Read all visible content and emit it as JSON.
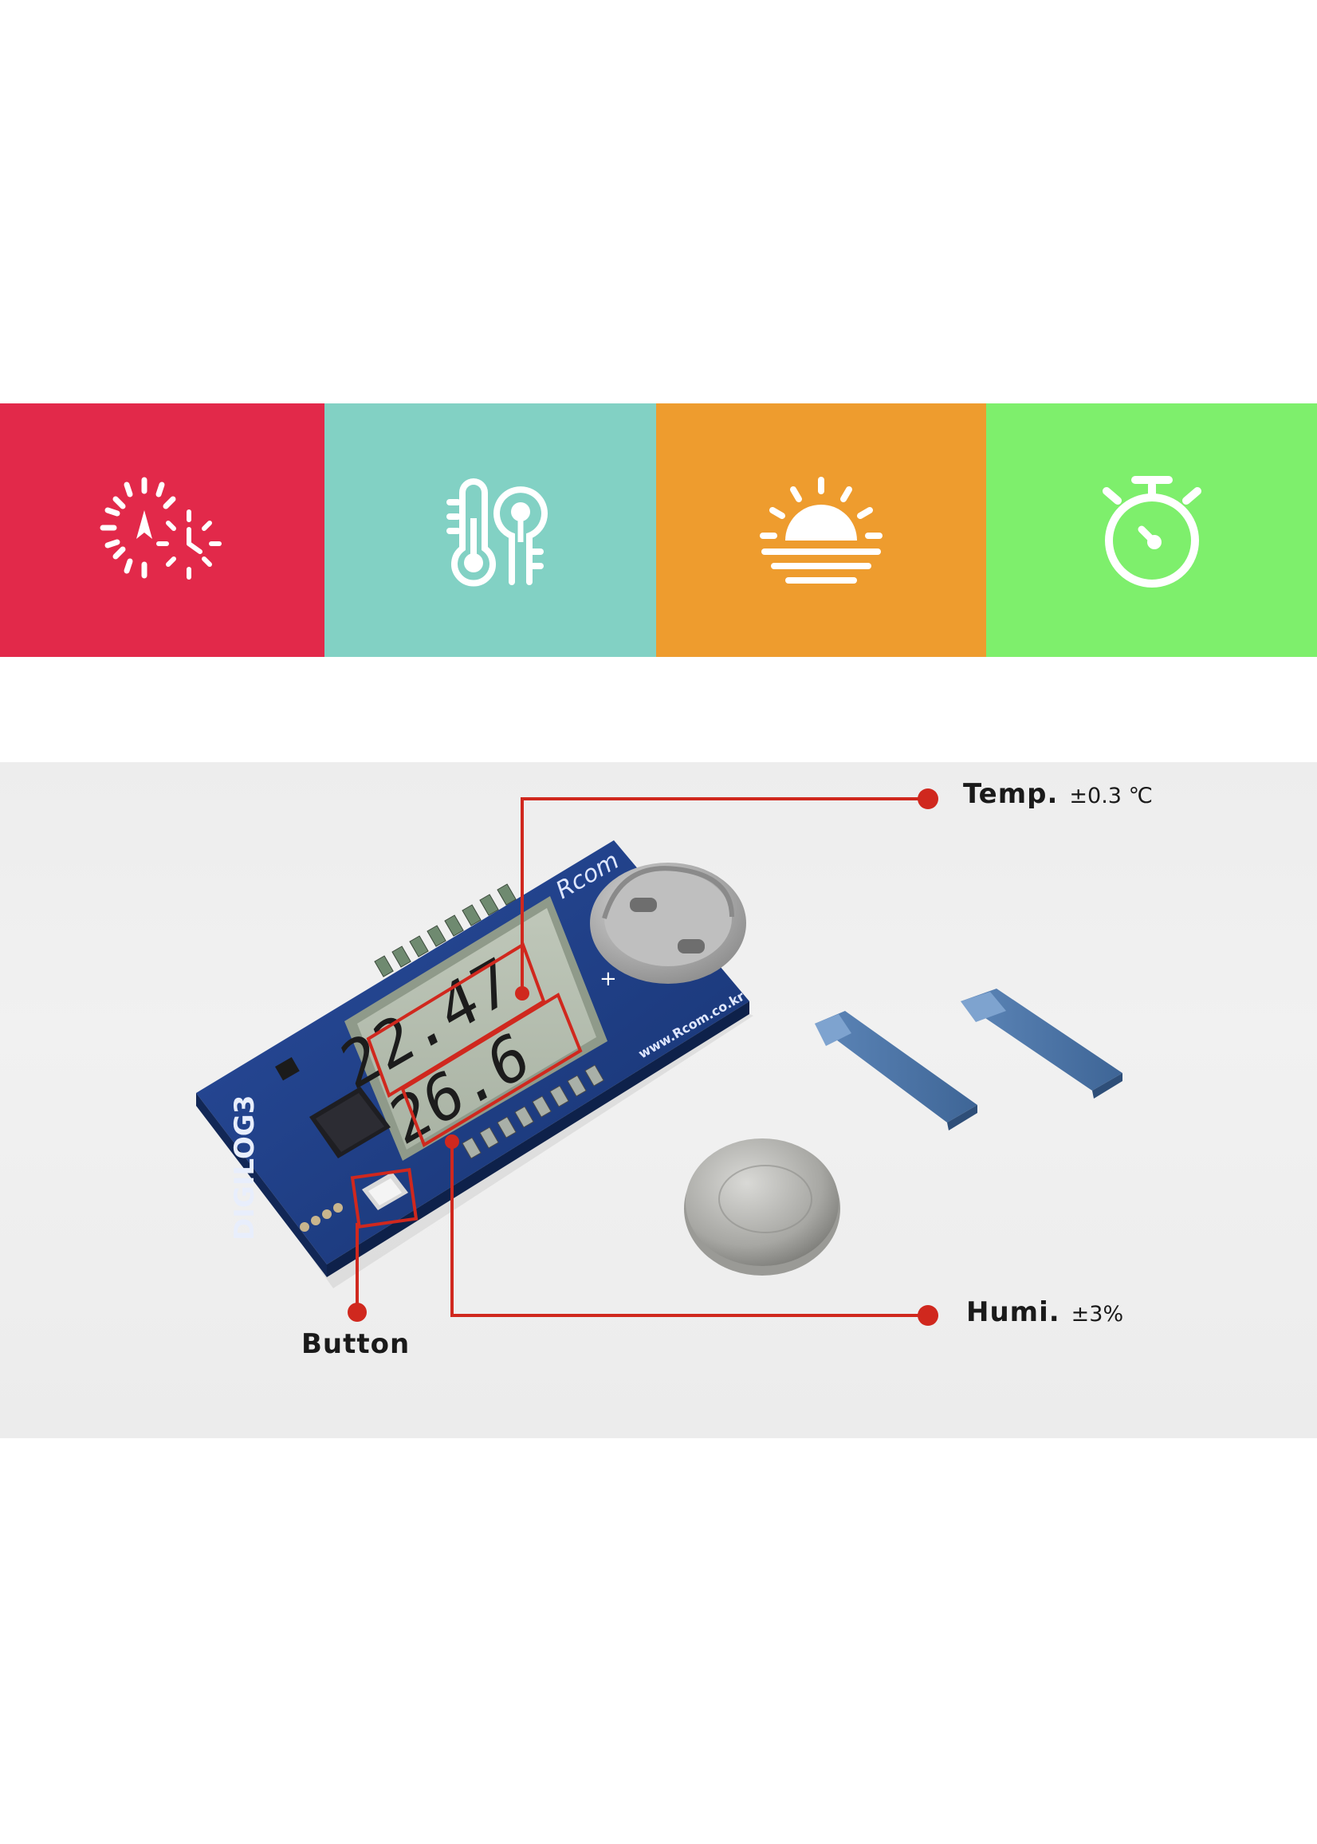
{
  "feature_tiles": [
    {
      "name": "clock",
      "color": "#e2294a",
      "icon": "dual-clock-icon"
    },
    {
      "name": "thermo-hygro",
      "color": "#82d1c4",
      "icon": "thermometer-hygrometer-icon"
    },
    {
      "name": "sunrise",
      "color": "#ee9c2e",
      "icon": "sunrise-icon"
    },
    {
      "name": "stopwatch",
      "color": "#7eef6c",
      "icon": "stopwatch-icon"
    }
  ],
  "device": {
    "board_name": "DIGILOG3",
    "brand": "Rcom",
    "website": "www.Rcom.co.kr",
    "lcd_top": "22.47",
    "lcd_bottom": "26.6"
  },
  "callouts": {
    "temp": {
      "label": "Temp.",
      "spec": "±0.3 ℃"
    },
    "humi": {
      "label": "Humi.",
      "spec": "±3%"
    },
    "button": {
      "label": "Button"
    }
  },
  "colors": {
    "callout_line": "#d0281e",
    "board": "#1f3f8a",
    "photo_bg": "#eeeeee"
  }
}
